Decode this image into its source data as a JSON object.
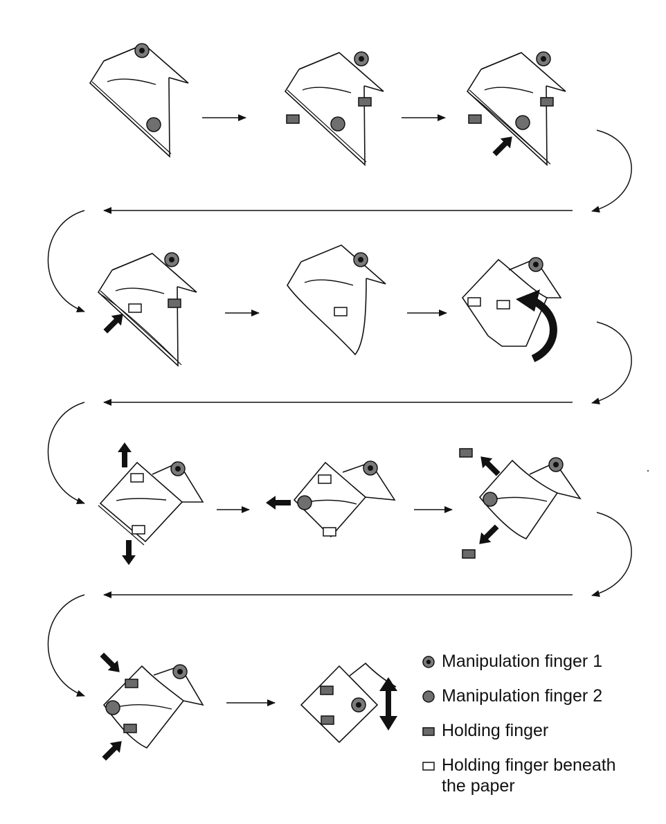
{
  "legend": {
    "manipulation1": "Manipulation finger 1",
    "manipulation2": "Manipulation finger 2",
    "holding": "Holding finger",
    "holding_beneath": "Holding finger beneath\nthe paper"
  },
  "colors": {
    "line": "#111111",
    "finger_gray": "#6b6b6b",
    "white": "#ffffff"
  }
}
